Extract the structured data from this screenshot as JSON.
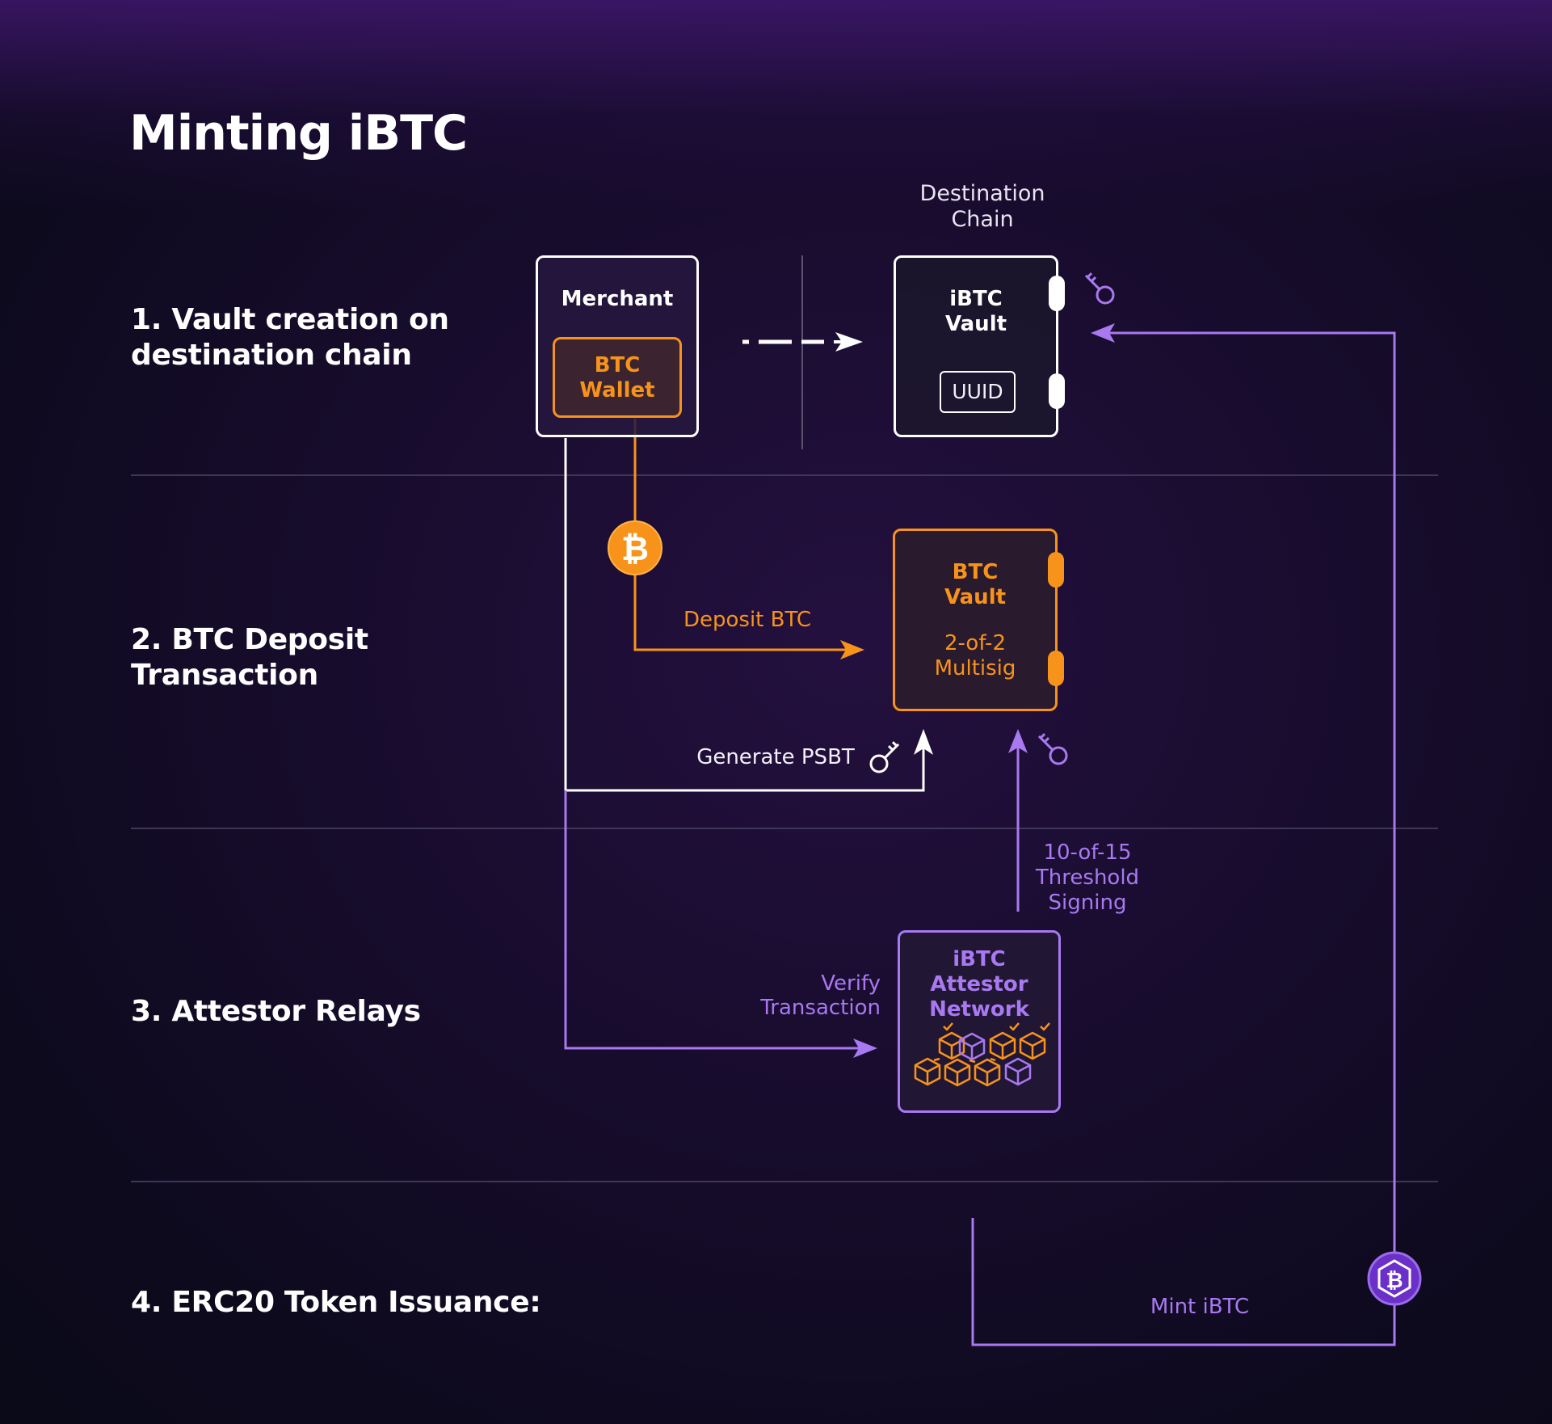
{
  "title": "Minting iBTC",
  "steps": [
    {
      "line1": "1. Vault creation on",
      "line2": "destination chain"
    },
    {
      "line1": "2. BTC Deposit",
      "line2": "Transaction"
    },
    {
      "line1": "3. Attestor Relays"
    },
    {
      "line1": "4. ERC20 Token Issuance:"
    }
  ],
  "destination_chain": {
    "line1": "Destination",
    "line2": "Chain"
  },
  "merchant": {
    "label": "Merchant",
    "wallet_line1": "BTC",
    "wallet_line2": "Wallet"
  },
  "ibtc_vault": {
    "line1": "iBTC",
    "line2": "Vault",
    "uuid": "UUID"
  },
  "btc_vault": {
    "line1": "BTC",
    "line2": "Vault",
    "sub1": "2-of-2",
    "sub2": "Multisig"
  },
  "attestor": {
    "line1": "iBTC",
    "line2": "Attestor",
    "line3": "Network"
  },
  "labels": {
    "deposit_btc": "Deposit BTC",
    "generate_psbt": "Generate PSBT",
    "threshold_line1": "10-of-15",
    "threshold_line2": "Threshold",
    "threshold_line3": "Signing",
    "verify_line1": "Verify",
    "verify_line2": "Transaction",
    "mint_ibtc": "Mint iBTC"
  },
  "colors": {
    "orange": "#f7931a",
    "purple": "#a879f0",
    "white": "#ffffff",
    "divider": "#3e3656"
  },
  "icons": [
    "bitcoin-icon",
    "key-icon",
    "blockchain-cubes-icon",
    "ibtc-token-icon"
  ]
}
